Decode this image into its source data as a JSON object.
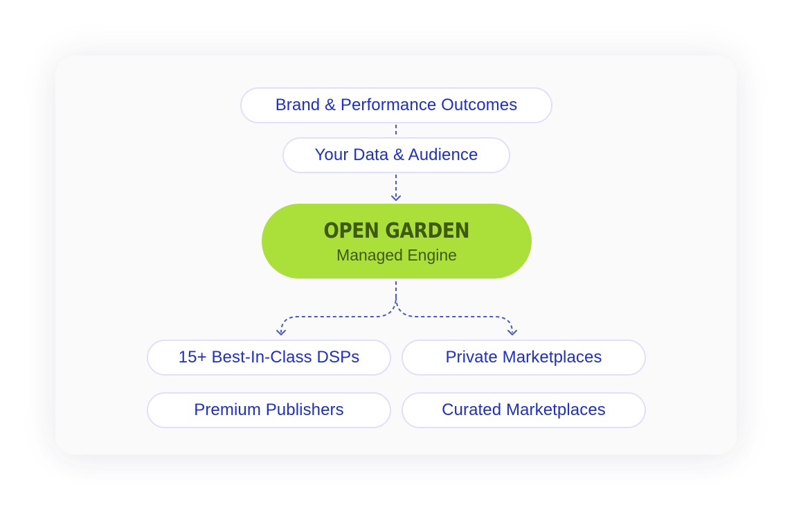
{
  "diagram": {
    "top_nodes": [
      {
        "label": "Brand & Performance Outcomes"
      },
      {
        "label": "Your Data & Audience"
      }
    ],
    "engine": {
      "title": "OPEN GARDEN",
      "subtitle": "Managed Engine"
    },
    "outputs": [
      {
        "label": "15+ Best-In-Class DSPs"
      },
      {
        "label": "Private Marketplaces"
      },
      {
        "label": "Premium Publishers"
      },
      {
        "label": "Curated Marketplaces"
      }
    ],
    "colors": {
      "pill_text": "#1c2ddc",
      "pill_border": "#e0e0fa",
      "engine_fill": "#abe03a",
      "engine_text": "#3e5a0c",
      "connector": "#4a54e6"
    }
  }
}
